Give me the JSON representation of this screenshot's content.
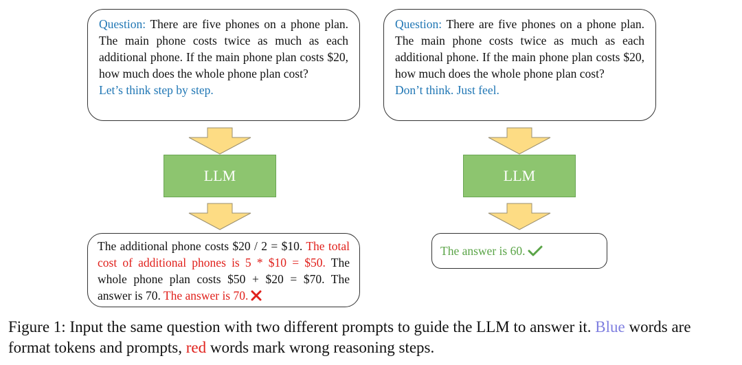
{
  "left": {
    "question_label": "Question:",
    "question_text": " There are five phones on a phone plan. The main phone costs twice as much as each additional phone. If the main phone plan costs $20, how much does the whole phone plan cost?",
    "prompt": "Let’s think step by step.",
    "llm_label": "LLM",
    "answer_seg1": "The additional phone costs $20 / 2 = $10. ",
    "answer_seg2_wrong": "The total cost of additional phones is 5 * $10 = $50.",
    "answer_seg3": " The whole phone plan costs $50 + $20 = $70. The answer is 70. ",
    "answer_seg4_wrong": "The answer is 70.",
    "answer_mark": "cross-icon"
  },
  "right": {
    "question_label": "Question:",
    "question_text": " There are five phones on a phone plan. The main phone costs twice as much as each additional phone. If the main phone plan costs $20, how much does the whole phone plan cost?",
    "prompt": "Don’t think. Just feel.",
    "llm_label": "LLM",
    "answer_text": "The answer is 60.",
    "answer_mark": "check-icon"
  },
  "caption": {
    "part1": "Figure 1: Input the same question with two different prompts to guide the LLM to answer it. ",
    "blue_word": "Blue",
    "part2": " words are format tokens and prompts, ",
    "red_word": "red",
    "part3": " words mark wrong reasoning steps."
  },
  "colors": {
    "prompt_blue": "#1f76b4",
    "wrong_red": "#e0201b",
    "correct_green": "#5aa447",
    "llm_fill": "#8dc56f",
    "arrow_fill": "#fddc84",
    "caption_blue": "#7f7fe0"
  }
}
